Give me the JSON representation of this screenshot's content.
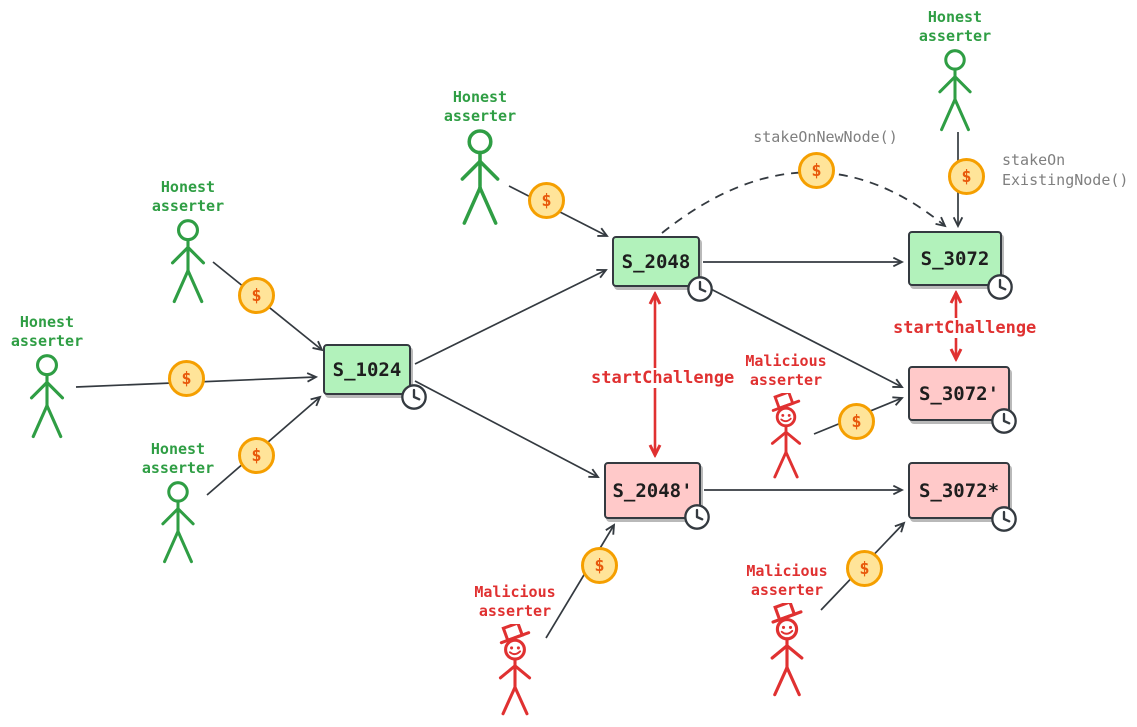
{
  "diagram": {
    "nodes": {
      "s1024": {
        "label": "S_1024",
        "state": "honest"
      },
      "s2048": {
        "label": "S_2048",
        "state": "honest"
      },
      "s2048_prime": {
        "label": "S_2048'",
        "state": "malicious"
      },
      "s3072": {
        "label": "S_3072",
        "state": "honest"
      },
      "s3072_prime": {
        "label": "S_3072'",
        "state": "malicious"
      },
      "s3072_star": {
        "label": "S_3072*",
        "state": "malicious"
      }
    },
    "actors": [
      {
        "id": "honest-top-right",
        "type": "honest",
        "label": "Honest\nasserter"
      },
      {
        "id": "honest-top-middle",
        "type": "honest",
        "label": "Honest\nasserter"
      },
      {
        "id": "honest-upper-left",
        "type": "honest",
        "label": "Honest\nasserter"
      },
      {
        "id": "honest-far-left",
        "type": "honest",
        "label": "Honest\nasserter"
      },
      {
        "id": "honest-lower-left",
        "type": "honest",
        "label": "Honest\nasserter"
      },
      {
        "id": "malicious-middle",
        "type": "malicious",
        "label": "Malicious\nasserter"
      },
      {
        "id": "malicious-bottom-center",
        "type": "malicious",
        "label": "Malicious\nasserter"
      },
      {
        "id": "malicious-bottom-right",
        "type": "malicious",
        "label": "Malicious\nasserter"
      }
    ],
    "annotations": {
      "stake_on_new_node": "stakeOnNewNode()",
      "stake_on_existing_node": "stakeOn\nExistingNode()",
      "start_challenge_2048": "startChallenge",
      "start_challenge_3072": "startChallenge"
    },
    "coin_symbol": "$",
    "colors": {
      "honest_green": "#2f9e44",
      "malicious_red": "#e03131",
      "node_honest_fill": "#b2f2bb",
      "node_malicious_fill": "#ffc9c9",
      "node_border": "#343a40",
      "arrow": "#343a40",
      "coin_fill": "#ffe499",
      "coin_border": "#f59f00",
      "coin_text": "#e8590c",
      "annotation_gray": "#7f7f7f",
      "challenge_red": "#e03131"
    }
  }
}
